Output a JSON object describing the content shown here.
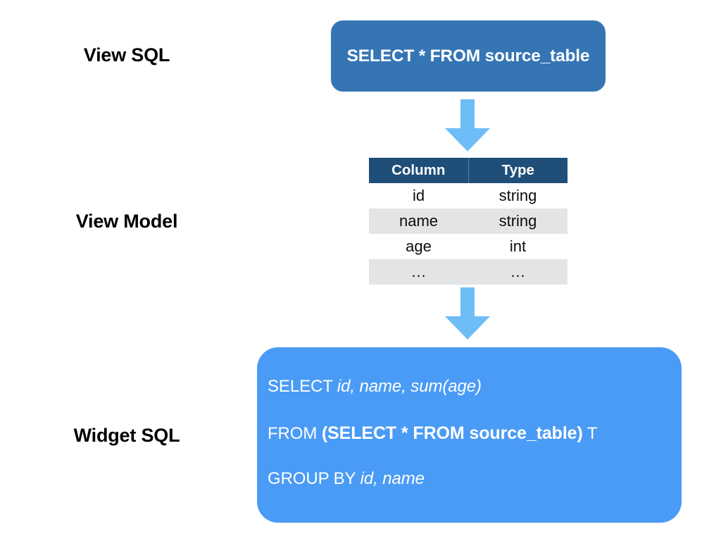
{
  "diagram": {
    "title": "View SQL to View Model to Widget SQL",
    "background_color": "#ffffff",
    "colors": {
      "view_sql_box": "#3575B4",
      "widget_sql_box": "#4A9BF5",
      "arrow": "#6EBDF7",
      "table_header": "#1F4E79",
      "table_row_alt": "#E3E4E6",
      "table_row_base": "#ffffff",
      "label_text": "#000000"
    }
  },
  "labels": {
    "view_sql": "View SQL",
    "view_model": "View Model",
    "widget_sql": "Widget SQL"
  },
  "view_sql": {
    "query": "SELECT * FROM source_table"
  },
  "arrows": {
    "top": "down-arrow-icon",
    "bottom": "down-arrow-icon"
  },
  "view_model": {
    "headers": [
      "Column",
      "Type"
    ],
    "rows": [
      {
        "column": "id",
        "type": "string"
      },
      {
        "column": "name",
        "type": "string"
      },
      {
        "column": "age",
        "type": "int"
      },
      {
        "column": "…",
        "type": "…"
      }
    ]
  },
  "widget_sql": {
    "line1": {
      "keyword": "SELECT ",
      "italic": "id, name, sum(age)"
    },
    "line2": {
      "keyword": "FROM ",
      "bold": "(SELECT * FROM source_table)",
      "alias": " T"
    },
    "line3": {
      "keyword": "GROUP BY ",
      "italic": "id, name"
    }
  }
}
